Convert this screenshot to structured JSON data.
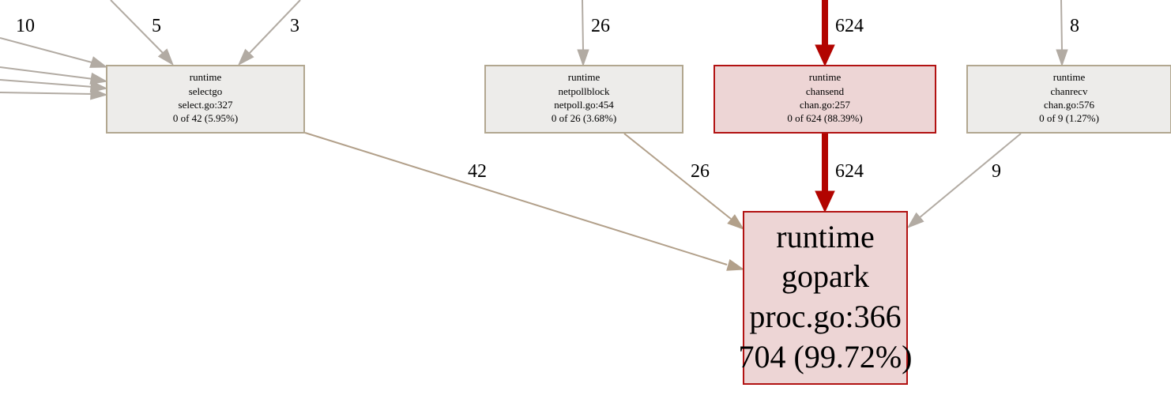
{
  "colors": {
    "edge_gray": "#b2aba3",
    "edge_tan": "#b2a08a",
    "edge_red": "#b20400",
    "node_gray_fill": "#edecea",
    "node_gray_stroke": "#b2a790",
    "node_red_fill": "#edd5d5",
    "node_red_stroke": "#b21212"
  },
  "nodes": [
    {
      "id": "selectgo",
      "style": "gray",
      "lines": [
        "runtime",
        "selectgo",
        "select.go:327",
        "0 of 42 (5.95%)"
      ]
    },
    {
      "id": "netpollblock",
      "style": "gray",
      "lines": [
        "runtime",
        "netpollblock",
        "netpoll.go:454",
        "0 of 26 (3.68%)"
      ]
    },
    {
      "id": "chansend",
      "style": "red",
      "lines": [
        "runtime",
        "chansend",
        "chan.go:257",
        "0 of 624 (88.39%)"
      ]
    },
    {
      "id": "chanrecv",
      "style": "gray",
      "lines": [
        "runtime",
        "chanrecv",
        "chan.go:576",
        "0 of 9 (1.27%)"
      ]
    },
    {
      "id": "gopark",
      "style": "red",
      "lines": [
        "runtime",
        "gopark",
        "proc.go:366",
        "704 (99.72%)"
      ]
    }
  ],
  "edges": [
    {
      "id": "in-selectgo-10",
      "from": "offscreen-left",
      "to": "selectgo",
      "label": "10",
      "style": "gray"
    },
    {
      "id": "in-selectgo-a",
      "from": "offscreen-left",
      "to": "selectgo",
      "label": "",
      "style": "gray"
    },
    {
      "id": "in-selectgo-b",
      "from": "offscreen-left",
      "to": "selectgo",
      "label": "",
      "style": "gray"
    },
    {
      "id": "in-selectgo-c",
      "from": "offscreen-left",
      "to": "selectgo",
      "label": "",
      "style": "gray"
    },
    {
      "id": "in-selectgo-5",
      "from": "offscreen-top",
      "to": "selectgo",
      "label": "5",
      "style": "gray"
    },
    {
      "id": "in-selectgo-3",
      "from": "offscreen-top",
      "to": "selectgo",
      "label": "3",
      "style": "gray"
    },
    {
      "id": "in-netpollblock-26",
      "from": "offscreen-top",
      "to": "netpollblock",
      "label": "26",
      "style": "gray"
    },
    {
      "id": "in-chansend-624",
      "from": "offscreen-top",
      "to": "chansend",
      "label": "624",
      "style": "red"
    },
    {
      "id": "in-chanrecv-8",
      "from": "offscreen-top",
      "to": "chanrecv",
      "label": "8",
      "style": "gray"
    },
    {
      "id": "selectgo-gopark",
      "from": "selectgo",
      "to": "gopark",
      "label": "42",
      "style": "tan"
    },
    {
      "id": "netpollblock-gopark",
      "from": "netpollblock",
      "to": "gopark",
      "label": "26",
      "style": "tan"
    },
    {
      "id": "chansend-gopark",
      "from": "chansend",
      "to": "gopark",
      "label": "624",
      "style": "red"
    },
    {
      "id": "chanrecv-gopark",
      "from": "chanrecv",
      "to": "gopark",
      "label": "9",
      "style": "gray"
    }
  ]
}
